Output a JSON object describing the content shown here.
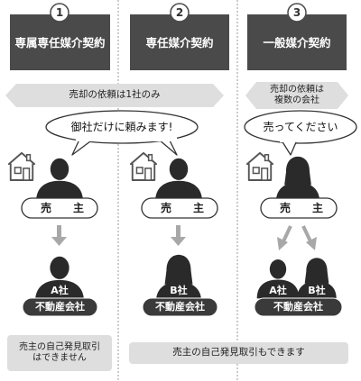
{
  "columns": [
    {
      "number": "1",
      "title": "専属専任媒介契約"
    },
    {
      "number": "2",
      "title": "専任媒介契約"
    },
    {
      "number": "3",
      "title": "一般媒介契約"
    }
  ],
  "request": {
    "single": "売却の依頼は1社のみ",
    "multi": "売却の依頼は\n複数の会社"
  },
  "bubbles": {
    "single": "御社だけに頼みます!",
    "multi": "売ってください"
  },
  "seller_label": "売　主",
  "companies": {
    "a": "A社",
    "b": "B社"
  },
  "agency_label": "不動産会社",
  "footer": {
    "left": "売主の自己発見取引\nはできません",
    "right": "売主の自己発見取引もできます"
  },
  "colors": {
    "header": "#4a4a4a",
    "band": "#dedede",
    "person": "#2a2a2a",
    "arrow": "#a8a8a8"
  }
}
